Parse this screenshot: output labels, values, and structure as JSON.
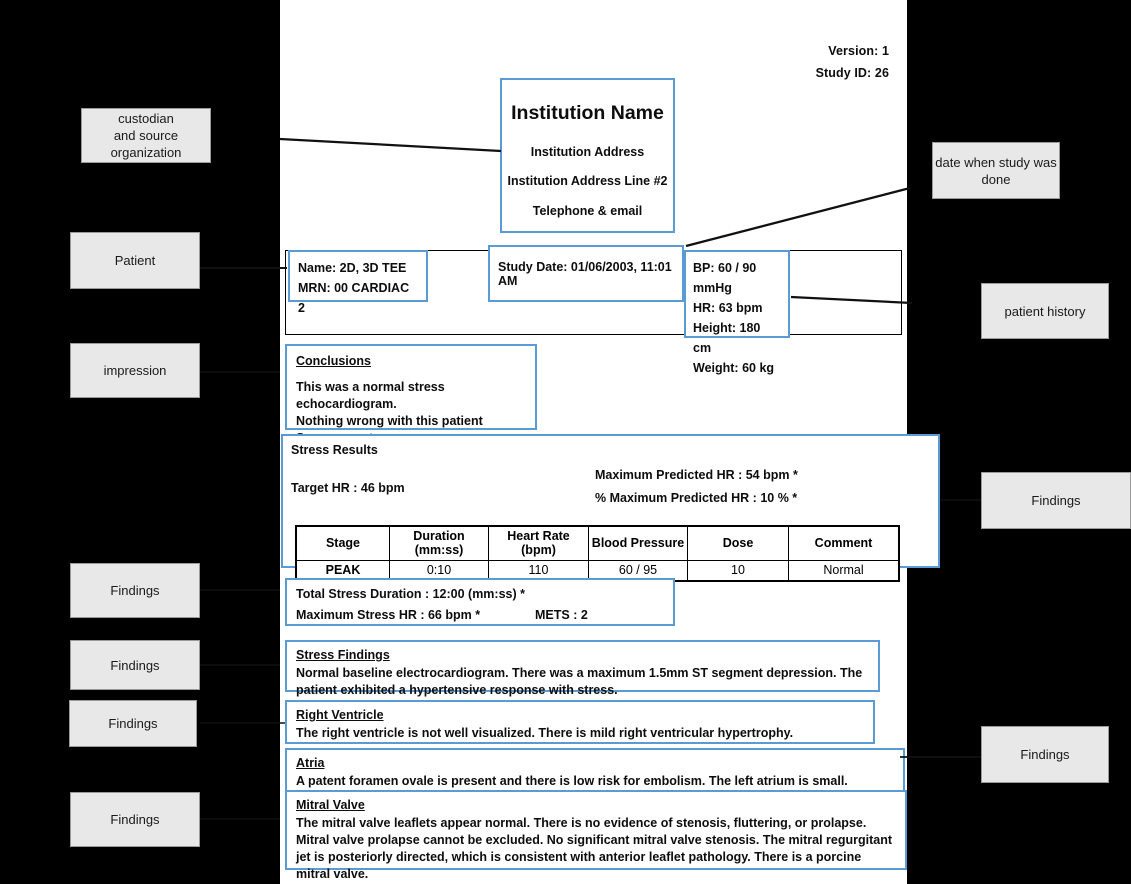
{
  "report": {
    "header": {
      "version_label": "Version:",
      "version_value": "1",
      "study_id_label": "Study ID:",
      "study_id_value": "26",
      "version_line": "Version:  1",
      "study_id_line": "Study ID:  26"
    },
    "institution": {
      "name": "Institution Name",
      "address_line_1": "Institution Address",
      "address_line_2": "Institution Address Line #2",
      "contact": "Telephone & email"
    },
    "patient": {
      "name": "Name:  2D, 3D TEE",
      "mrn": "MRN:  00 CARDIAC 2"
    },
    "study_date": "Study Date:  01/06/2003, 11:01 AM",
    "vitals": {
      "bp": "BP:  60 / 90 mmHg",
      "hr": "HR:  63 bpm",
      "height": "Height:  180 cm",
      "weight": "Weight:  60 kg"
    },
    "conclusions": {
      "title": "Conclusions",
      "line_1": "This was a normal stress echocardiogram.",
      "line_2": "Nothing wrong with this patient",
      "line_3": "See you next year"
    },
    "stress_results": {
      "title": "Stress Results",
      "target_hr": "Target HR :  46 bpm",
      "maximum_predicted_hr": "Maximum Predicted HR :  54 bpm *",
      "pct_maximum_predicted_hr": "% Maximum Predicted HR :  10 % *",
      "table": {
        "columns": [
          "Stage",
          "Duration (mm:ss)",
          "Heart Rate (bpm)",
          "Blood Pressure",
          "Dose",
          "Comment"
        ],
        "rows": [
          [
            "PEAK",
            "0:10",
            "110",
            "60 / 95",
            "10",
            "Normal"
          ]
        ]
      }
    },
    "stress_duration": {
      "total": "Total Stress Duration :  12:00 (mm:ss) *",
      "max_hr": "Maximum Stress HR :  66 bpm *",
      "mets": "METS :  2"
    },
    "sections": [
      {
        "key": "stress_findings",
        "title": "Stress Findings",
        "text": "Normal baseline electrocardiogram. There was a maximum 1.5mm ST segment depression. The patient exhibited a hypertensive response with stress."
      },
      {
        "key": "right_ventricle",
        "title": "Right Ventricle",
        "text": "The right ventricle is not well visualized. There is mild right ventricular hypertrophy."
      },
      {
        "key": "atria",
        "title": "Atria",
        "text": "A patent foramen ovale is present and there is low risk for embolism. The left atrium is small."
      },
      {
        "key": "mitral_valve",
        "title": "Mitral Valve",
        "text": "The mitral valve leaflets appear normal. There is no evidence of stenosis, fluttering, or prolapse. Mitral valve prolapse cannot be excluded. No significant mitral valve stenosis. The mitral regurgitant jet is posteriorly directed, which is consistent with anterior leaflet pathology. There is a porcine mitral valve."
      }
    ]
  },
  "annotations": {
    "left": [
      {
        "key": "custodian",
        "label": "custodian\nand  source\norganization"
      },
      {
        "key": "patient",
        "label": "Patient"
      },
      {
        "key": "impression",
        "label": "impression"
      },
      {
        "key": "findings-1",
        "label": "Findings"
      },
      {
        "key": "findings-2",
        "label": "Findings"
      },
      {
        "key": "findings-3",
        "label": "Findings"
      },
      {
        "key": "findings-4",
        "label": "Findings"
      }
    ],
    "right": [
      {
        "key": "study-date",
        "label": "date when study was done"
      },
      {
        "key": "patient-history",
        "label": "patient history"
      },
      {
        "key": "findings-5",
        "label": "Findings"
      },
      {
        "key": "findings-6",
        "label": "Findings"
      }
    ]
  },
  "colors": {
    "background": "#000000",
    "page": "#ffffff",
    "accent_blue": "#5b9bd5",
    "callout_fill": "#e8e8e8",
    "callout_border": "#9a9a9a",
    "text": "#0d0d0d"
  }
}
